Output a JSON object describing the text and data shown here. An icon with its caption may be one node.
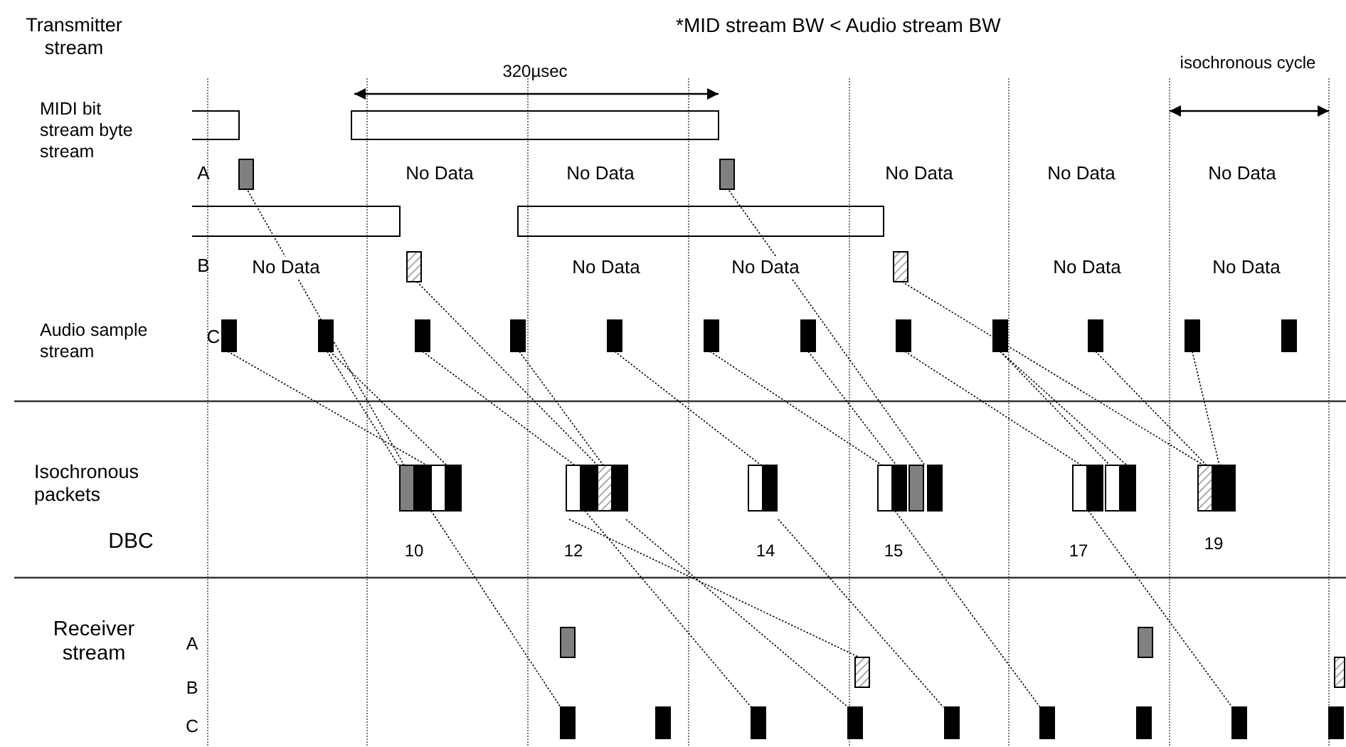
{
  "diagram": {
    "labels": [
      "*MID stream BW < Audio stream BW",
      "Transmitter stream",
      "isochronous cycle",
      "320µsec",
      "MIDI bit stream byte stream",
      "A",
      "No Data",
      "No Data",
      "No Data",
      "No Data",
      "No Data",
      "B",
      "No Data",
      "No Data",
      "No Data",
      "No Data",
      "No Data",
      "Audio sample stream",
      "C",
      "Isochronous packets",
      "DBC",
      "10",
      "12",
      "14",
      "15",
      "17",
      "19",
      "Receiver stream",
      "A",
      "B",
      "C"
    ]
  }
}
